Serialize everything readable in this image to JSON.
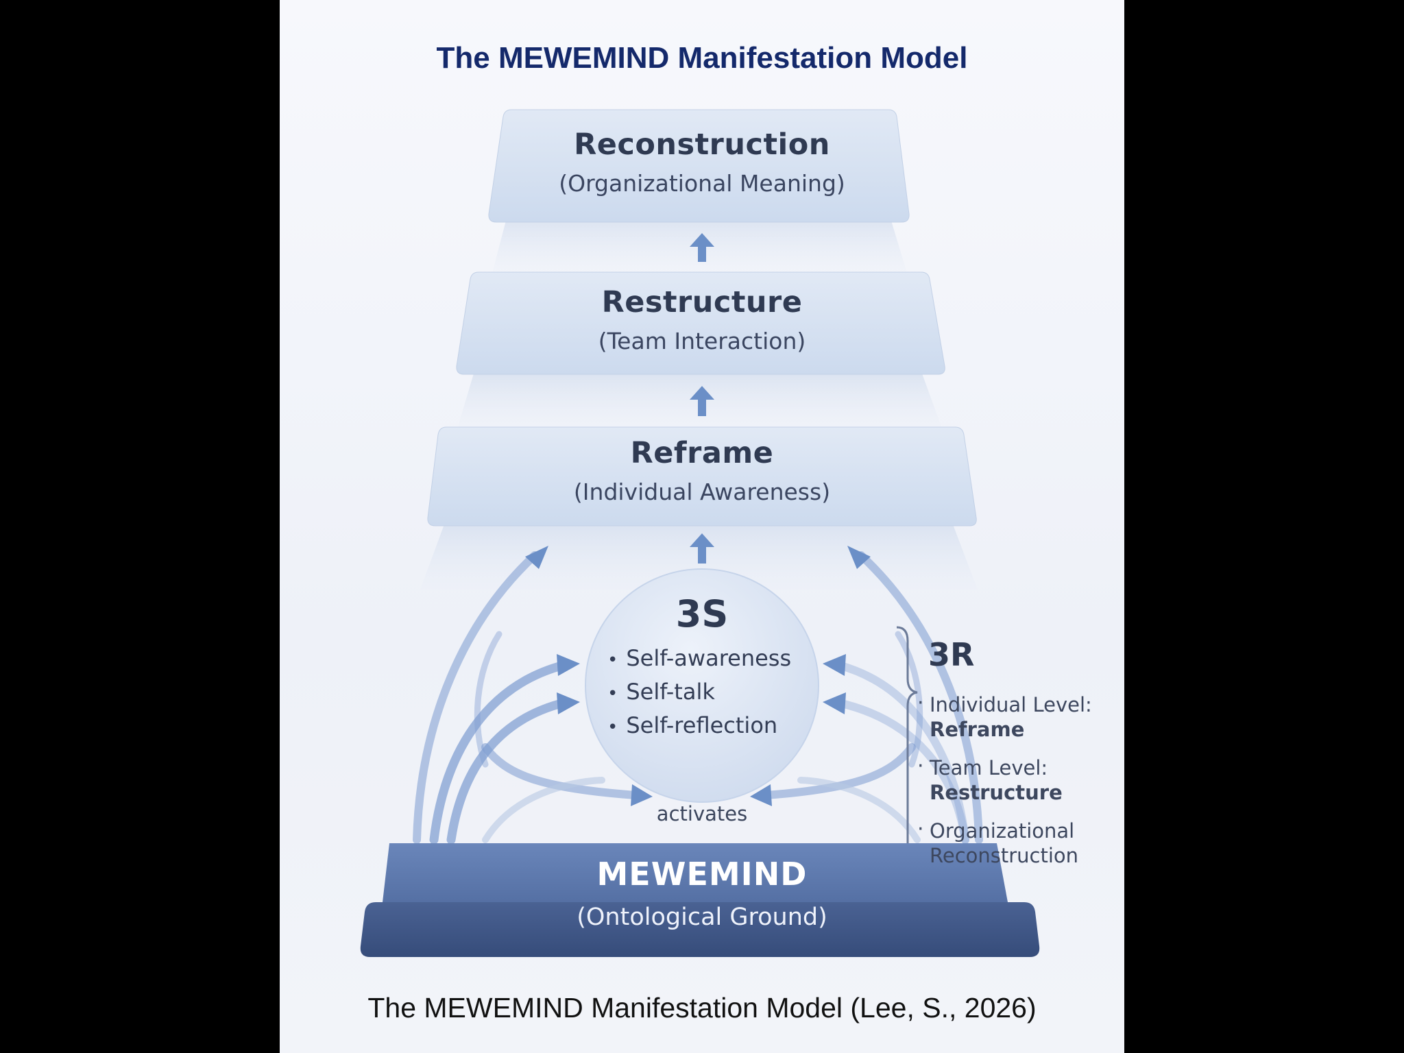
{
  "title": "The MEWEMIND Manifestation Model",
  "caption": "The MEWEMIND Manifestation Model (Lee, S., 2026)",
  "levels": [
    {
      "name": "Reconstruction",
      "sub": "(Organizational Meaning)"
    },
    {
      "name": "Restructure",
      "sub": "(Team Interaction)"
    },
    {
      "name": "Reframe",
      "sub": "(Individual Awareness)"
    }
  ],
  "core": {
    "title": "3S",
    "items": [
      "Self-awareness",
      "Self-talk",
      "Self-reflection"
    ]
  },
  "activates_label": "activates",
  "ground": {
    "name": "MEWEMIND",
    "sub": "(Ontological Ground)"
  },
  "r3": {
    "title": "3R",
    "items": [
      {
        "label": "Individual Level:",
        "value": "Reframe"
      },
      {
        "label": "Team Level:",
        "value": "Restructure"
      },
      {
        "label": "Organizational",
        "value": "Reconstruction"
      }
    ]
  },
  "colors": {
    "title": "#14296b",
    "tier": "#d4e0f1",
    "arrow": "#6b8fc7",
    "ground_top": "#5e7bb0",
    "ground_bottom": "#3d5584"
  }
}
